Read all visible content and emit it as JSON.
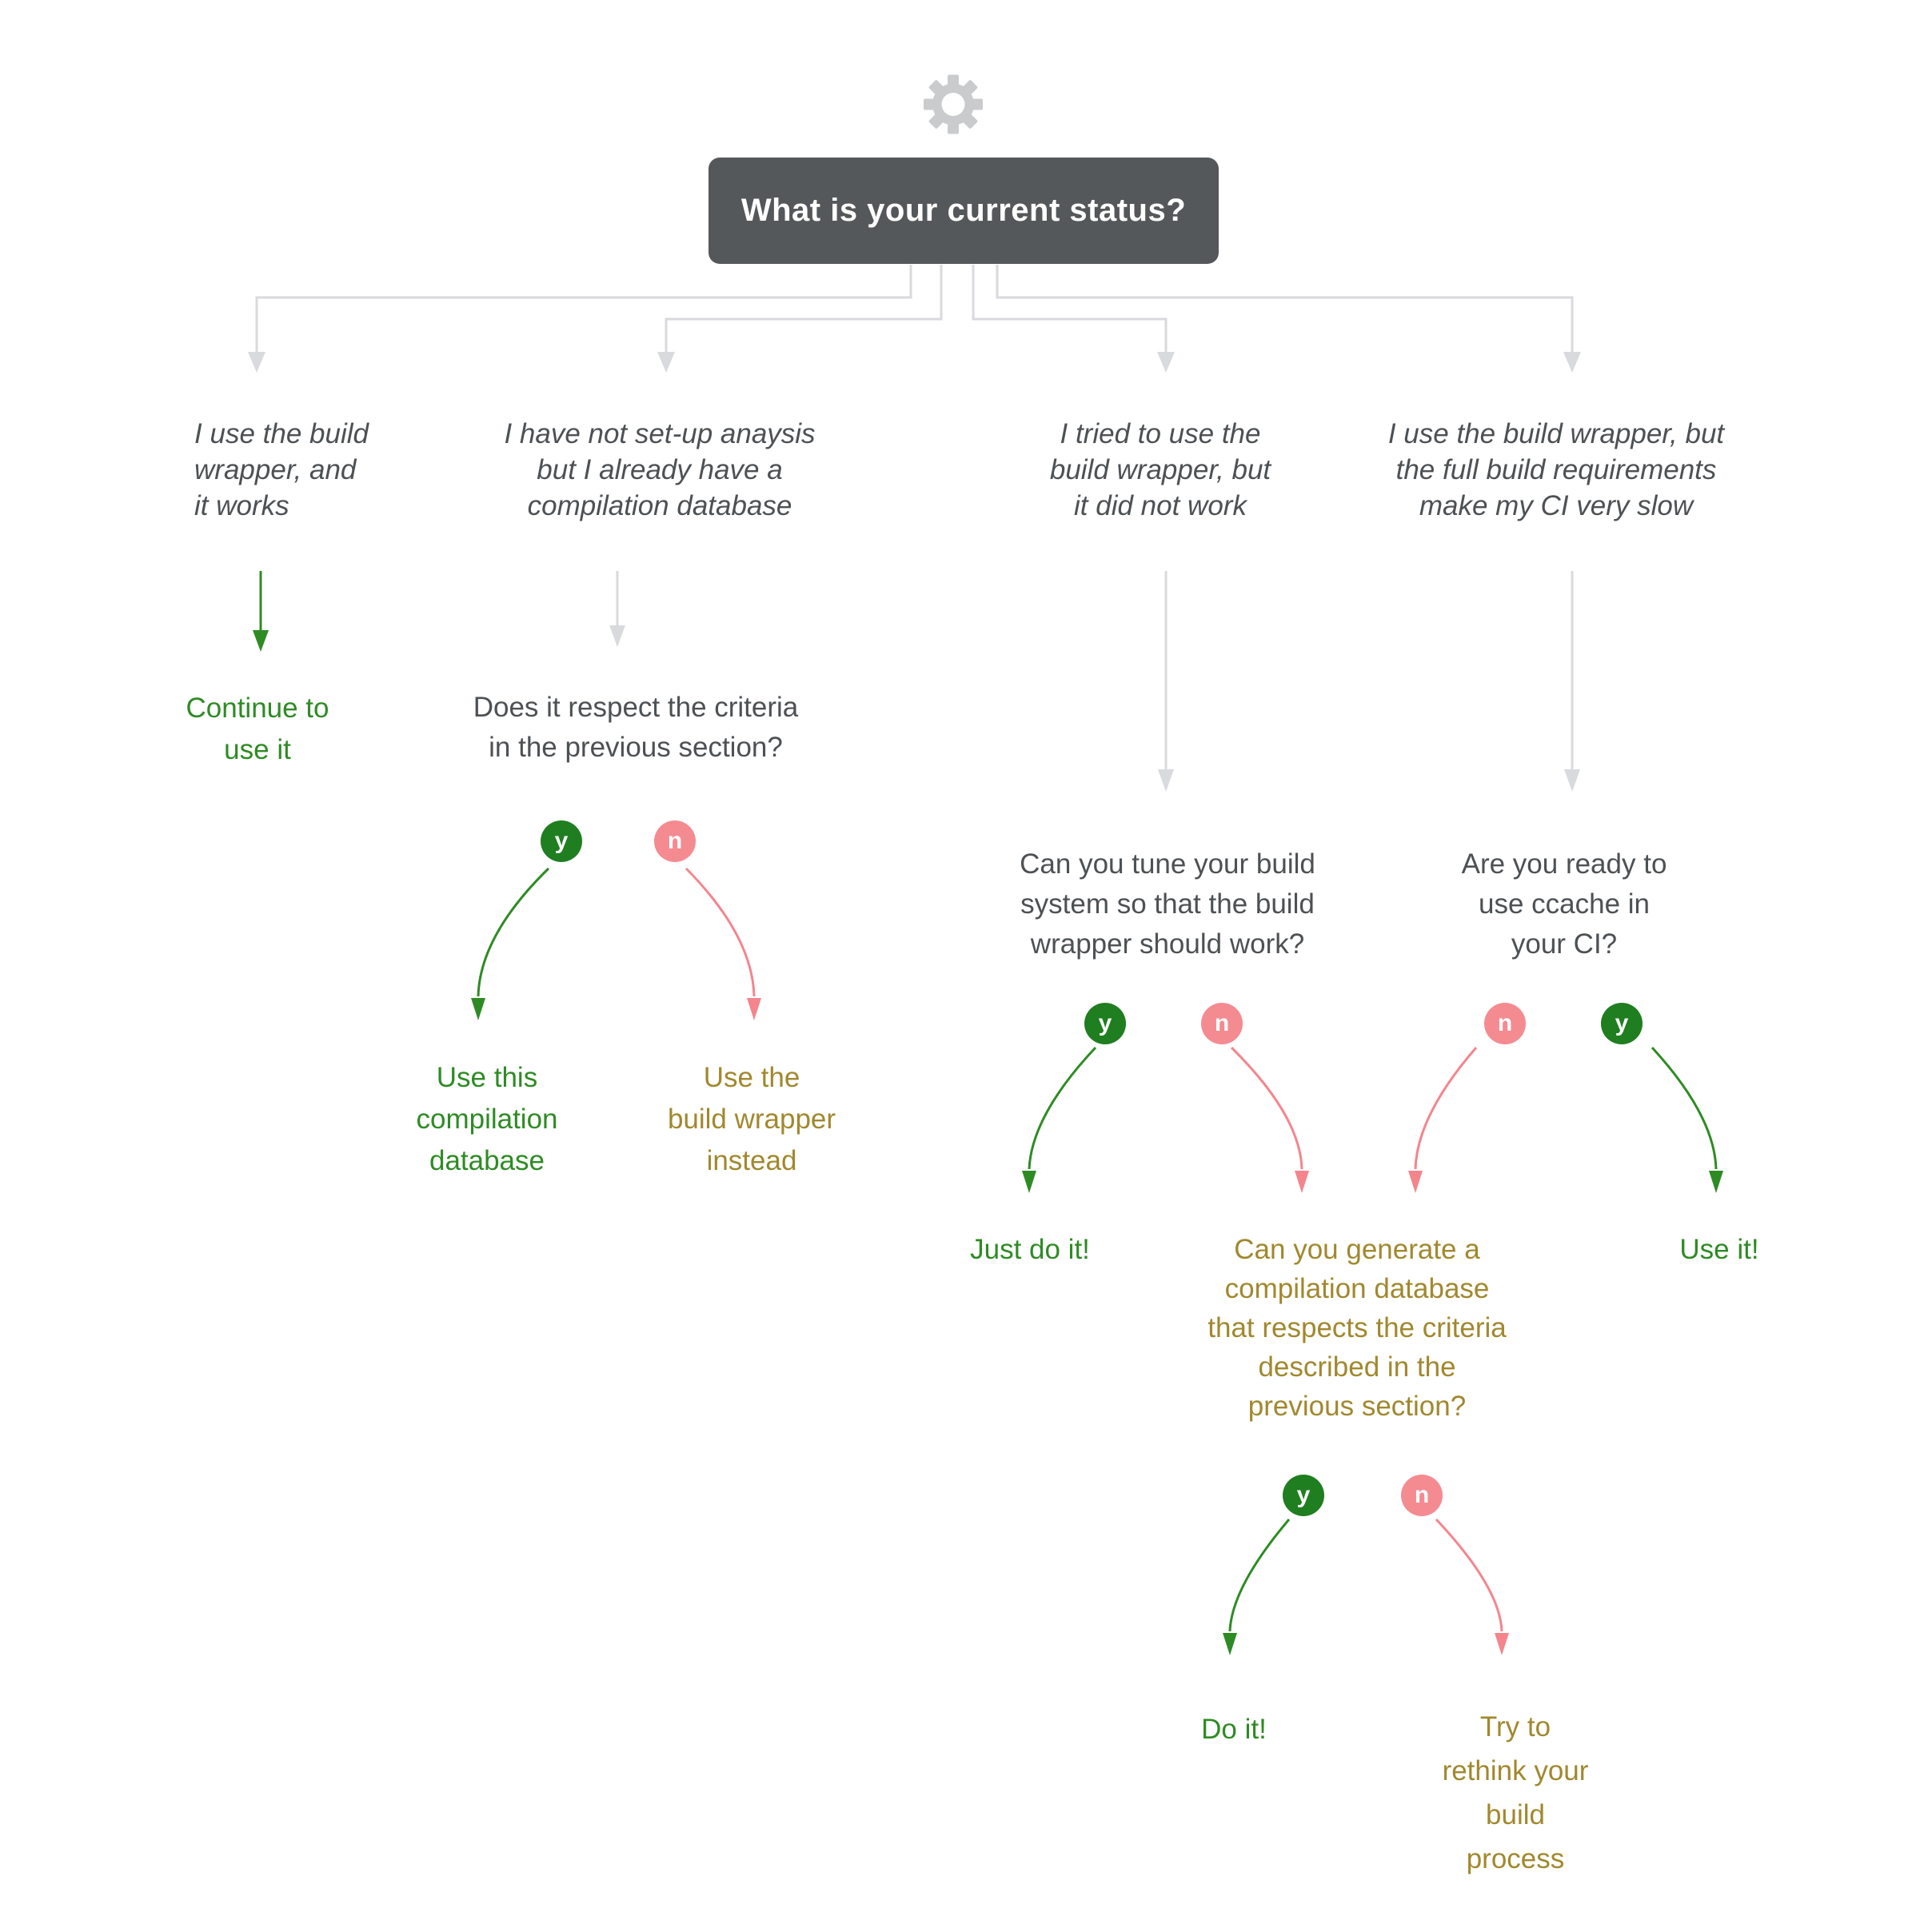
{
  "theme": {
    "bg": "#ffffff",
    "box-bg": "#55585a",
    "box-text": "#ffffff",
    "text-gray": "#4d5154",
    "connector": "#d8dade",
    "green": "#2e8b24",
    "badge-green": "#1f7e1f",
    "pink": "#f4858d",
    "badge-pink": "#f48b91",
    "olive": "#a1882e",
    "icon-gray": "#c9cbcd"
  },
  "icons": {
    "gear": "settings-gear-icon"
  },
  "root_question": "What is your current status?",
  "badges": {
    "yes": "y",
    "no": "n"
  },
  "branches": [
    {
      "status": "I use the build\nwrapper, and\nit works",
      "outcome": "Continue to\nuse it"
    },
    {
      "status": "I have not set-up anaysis\nbut I already have a\ncompilation database",
      "question": "Does it respect the criteria\nin the previous section?",
      "yes_outcome": "Use this\ncompilation\ndatabase",
      "no_outcome": "Use the\nbuild wrapper\ninstead"
    },
    {
      "status": "I tried to use the\nbuild wrapper, but\nit did not work",
      "question": "Can you tune your build\nsystem so that the build\nwrapper should work?",
      "yes_outcome": "Just do it!"
    },
    {
      "status": "I use the build wrapper, but\nthe full build requirements\nmake my CI very slow",
      "question": "Are you ready to\nuse ccache in\nyour CI?",
      "yes_outcome": "Use it!"
    }
  ],
  "merged_question": {
    "question": "Can you generate a\ncompilation database\nthat respects the criteria\ndescribed in the\nprevious section?",
    "yes_outcome": "Do it!",
    "no_outcome": "Try to\nrethink your\nbuild\nprocess"
  }
}
